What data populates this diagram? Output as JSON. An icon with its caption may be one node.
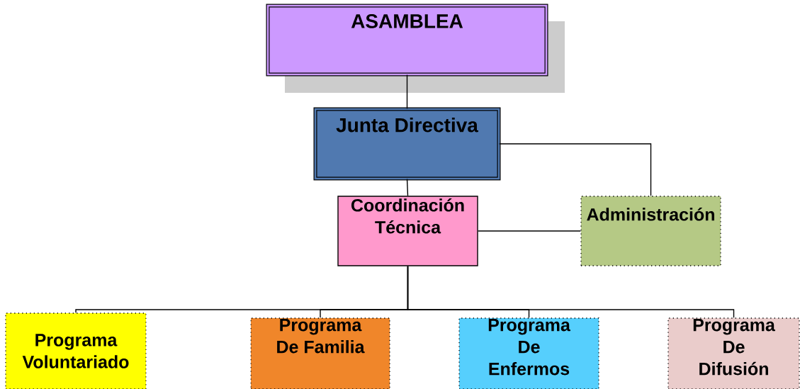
{
  "diagram": {
    "nodes": [
      {
        "text": [
          "ASAMBLEA"
        ]
      },
      {
        "text": [
          "Junta Directiva"
        ]
      },
      {
        "text": [
          "Coordinación Técnica"
        ]
      },
      {
        "text": [
          "Administración"
        ]
      },
      {
        "text": [
          "Programa Voluntariado"
        ]
      },
      {
        "text": [
          "Programa De Familia"
        ]
      },
      {
        "text": [
          "Programa De Enfermos"
        ]
      },
      {
        "text": [
          "Programa De Difusión"
        ]
      }
    ],
    "edges": [
      {
        "from": 0,
        "to": 1,
        "arrow": "none"
      },
      {
        "from": 1,
        "to": 2,
        "arrow": "none"
      },
      {
        "from": 1,
        "to": 3,
        "arrow": "none"
      },
      {
        "from": 2,
        "to": 3,
        "arrow": "none"
      },
      {
        "from": 2,
        "to": 4,
        "arrow": "none"
      },
      {
        "from": 2,
        "to": 5,
        "arrow": "none"
      },
      {
        "from": 2,
        "to": 6,
        "arrow": "none"
      },
      {
        "from": 2,
        "to": 7,
        "arrow": "none"
      }
    ]
  }
}
